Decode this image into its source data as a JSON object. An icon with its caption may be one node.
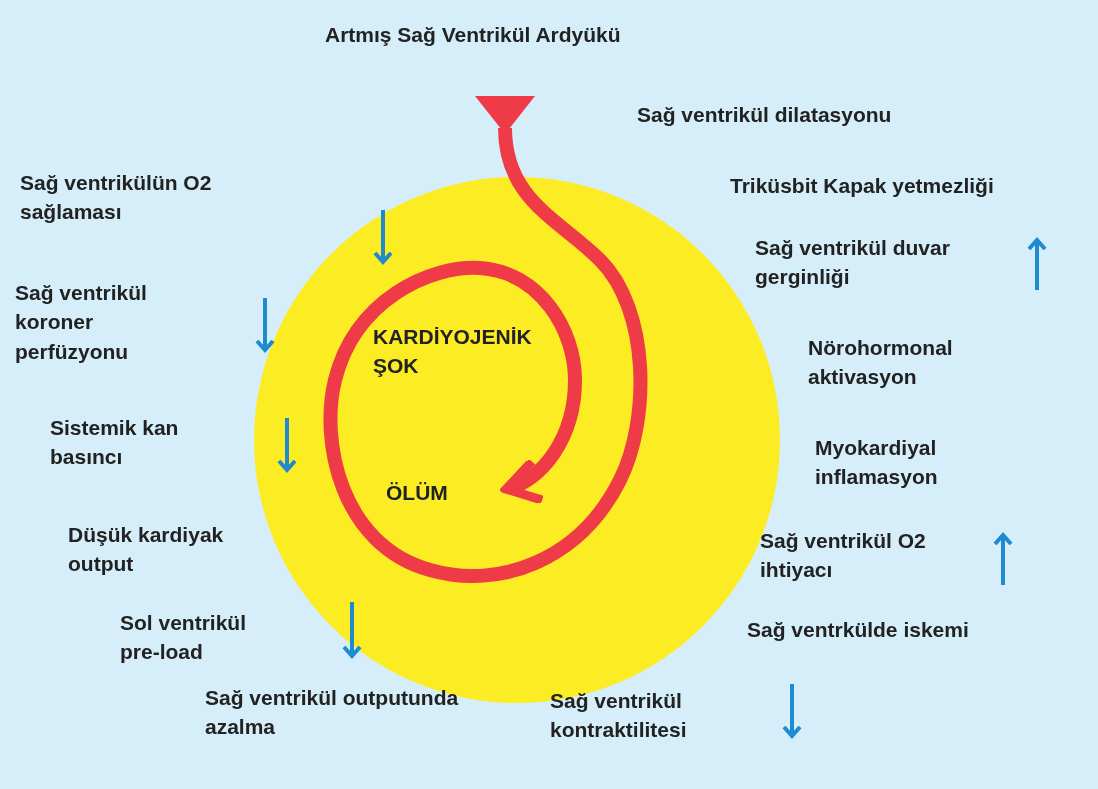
{
  "diagram": {
    "nodes": [
      {
        "text": [
          "Artmış Sağ Ventrikül Ardyükü"
        ]
      },
      {
        "text": [
          "KARDİYOJENİK ŞOK"
        ]
      },
      {
        "text": [
          "ÖLÜM"
        ]
      }
    ],
    "edges": [
      {
        "from": 0,
        "to": 2,
        "arrow": "to"
      }
    ],
    "labels": [
      "Sağ ventrikül dilatasyonu",
      "Sağ ventrikülün O2 sağlaması",
      "Triküsbit Kapak yetmezliği",
      "Sağ ventrikül duvar gerginliği",
      "Sağ ventrikül koroner perfüzyonu",
      "Nörohormonal aktivasyon",
      "Sistemik kan basıncı",
      "Myokardiyal inflamasyon",
      "Düşük kardiyak output",
      "Sağ ventrikül O2 ihtiyacı",
      "Sol ventrikül pre-load",
      "Sağ ventrkülde iskemi",
      "Sağ ventrikül outputunda azalma",
      "Sağ ventrikül kontraktilitesi"
    ]
  }
}
